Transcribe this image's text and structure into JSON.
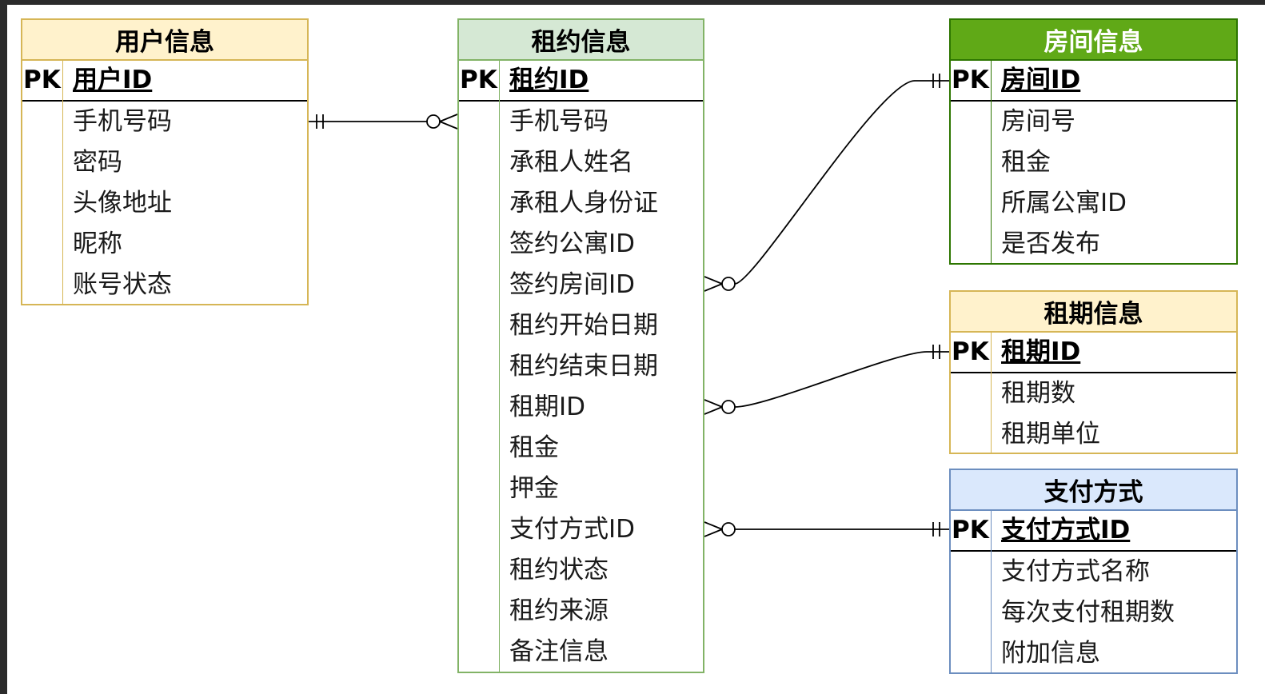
{
  "colors": {
    "yellow_fill": "#fff2cc",
    "yellow_stroke": "#d6b656",
    "green_light_fill": "#d5e8d4",
    "green_light_stroke": "#82b366",
    "green_dark_fill": "#60a917",
    "green_dark_stroke": "#2d7600",
    "blue_fill": "#dae8fc",
    "blue_stroke": "#6c8ebf",
    "line": "#000000"
  },
  "pk_label": "PK",
  "entities": [
    {
      "id": "user",
      "title": "用户信息",
      "theme": "yellow",
      "pk": "用户ID",
      "fields": [
        "手机号码",
        "密码",
        "头像地址",
        "昵称",
        "账号状态"
      ]
    },
    {
      "id": "lease",
      "title": "租约信息",
      "theme": "green_light",
      "pk": "租约ID",
      "fields": [
        "手机号码",
        "承租人姓名",
        "承租人身份证",
        "签约公寓ID",
        "签约房间ID",
        "租约开始日期",
        "租约结束日期",
        "租期ID",
        "租金",
        "押金",
        "支付方式ID",
        "租约状态",
        "租约来源",
        "备注信息"
      ]
    },
    {
      "id": "room",
      "title": "房间信息",
      "theme": "green_dark",
      "pk": "房间ID",
      "fields": [
        "房间号",
        "租金",
        "所属公寓ID",
        "是否发布"
      ]
    },
    {
      "id": "term",
      "title": "租期信息",
      "theme": "yellow",
      "pk": "租期ID",
      "fields": [
        "租期数",
        "租期单位"
      ]
    },
    {
      "id": "payment",
      "title": "支付方式",
      "theme": "blue",
      "pk": "支付方式ID",
      "fields": [
        "支付方式名称",
        "每次支付租期数",
        "附加信息"
      ]
    }
  ],
  "relationships": [
    {
      "from": "user.手机号码",
      "from_cardinality": "exactly-one",
      "to": "lease.手机号码",
      "to_cardinality": "zero-or-many"
    },
    {
      "from": "lease.签约房间ID",
      "from_cardinality": "zero-or-many",
      "to": "room.房间ID",
      "to_cardinality": "exactly-one"
    },
    {
      "from": "lease.租期ID",
      "from_cardinality": "zero-or-many",
      "to": "term.租期ID",
      "to_cardinality": "exactly-one"
    },
    {
      "from": "lease.支付方式ID",
      "from_cardinality": "zero-or-many",
      "to": "payment.支付方式ID",
      "to_cardinality": "exactly-one"
    }
  ]
}
